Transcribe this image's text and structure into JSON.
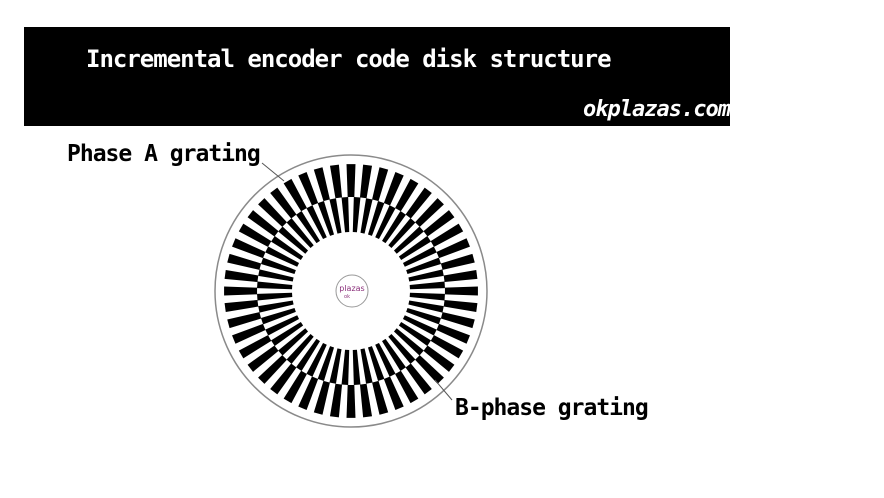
{
  "banner": {
    "title": "Incremental encoder code disk structure",
    "site": "okplazas.com"
  },
  "labels": {
    "phase_a": "Phase A grating",
    "phase_b": "B-phase grating"
  },
  "disk": {
    "logo_text": "plazas",
    "logo_subtext": "ok",
    "outer_slot_count": 48,
    "inner_slot_count": 48,
    "slot_color": "#000000",
    "logo_color": "#8a2f7a"
  }
}
